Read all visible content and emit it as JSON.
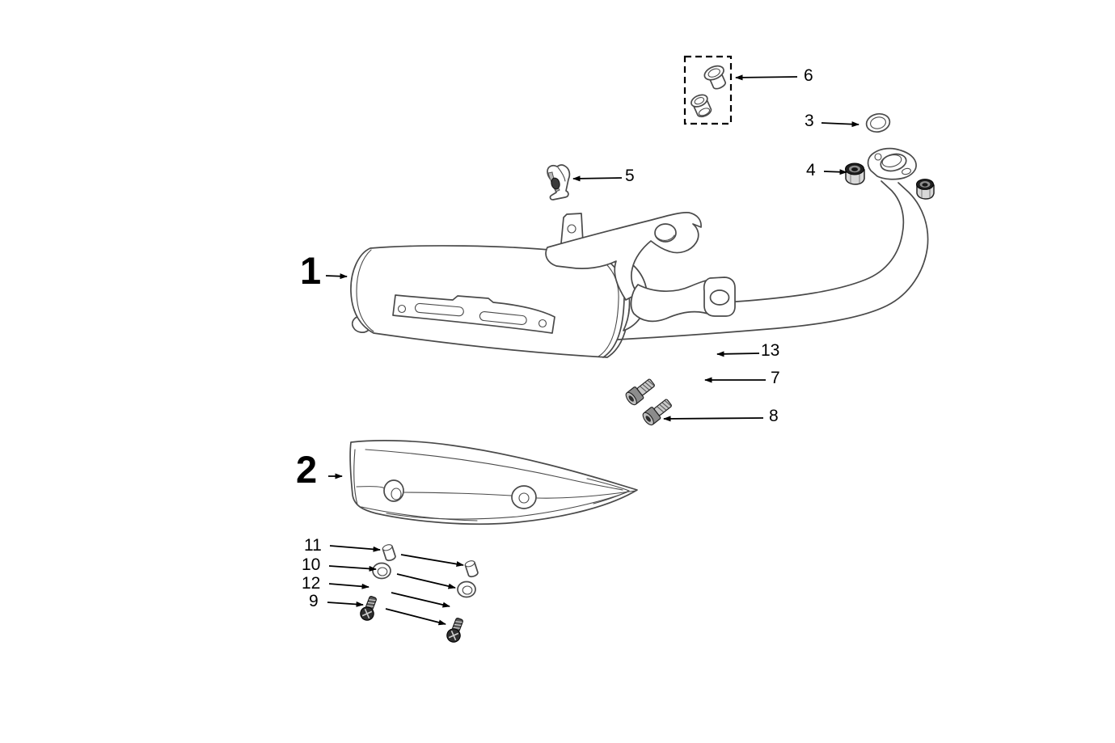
{
  "callouts": [
    {
      "id": 1,
      "text": "1"
    },
    {
      "id": 2,
      "text": "2"
    },
    {
      "id": 3,
      "text": "3"
    },
    {
      "id": 4,
      "text": "4"
    },
    {
      "id": 5,
      "text": "5"
    },
    {
      "id": 6,
      "text": "6"
    },
    {
      "id": 7,
      "text": "7"
    },
    {
      "id": 8,
      "text": "8"
    },
    {
      "id": 9,
      "text": "9"
    },
    {
      "id": 10,
      "text": "10"
    },
    {
      "id": 11,
      "text": "11"
    },
    {
      "id": 12,
      "text": "12"
    },
    {
      "id": 13,
      "text": "13"
    }
  ],
  "colors": {
    "background": "#ffffff",
    "line": "#4a4a4a",
    "label": "#000000",
    "dark": "#1f1f1f",
    "mid": "#8f8f8f",
    "light": "#d8d8d8"
  }
}
